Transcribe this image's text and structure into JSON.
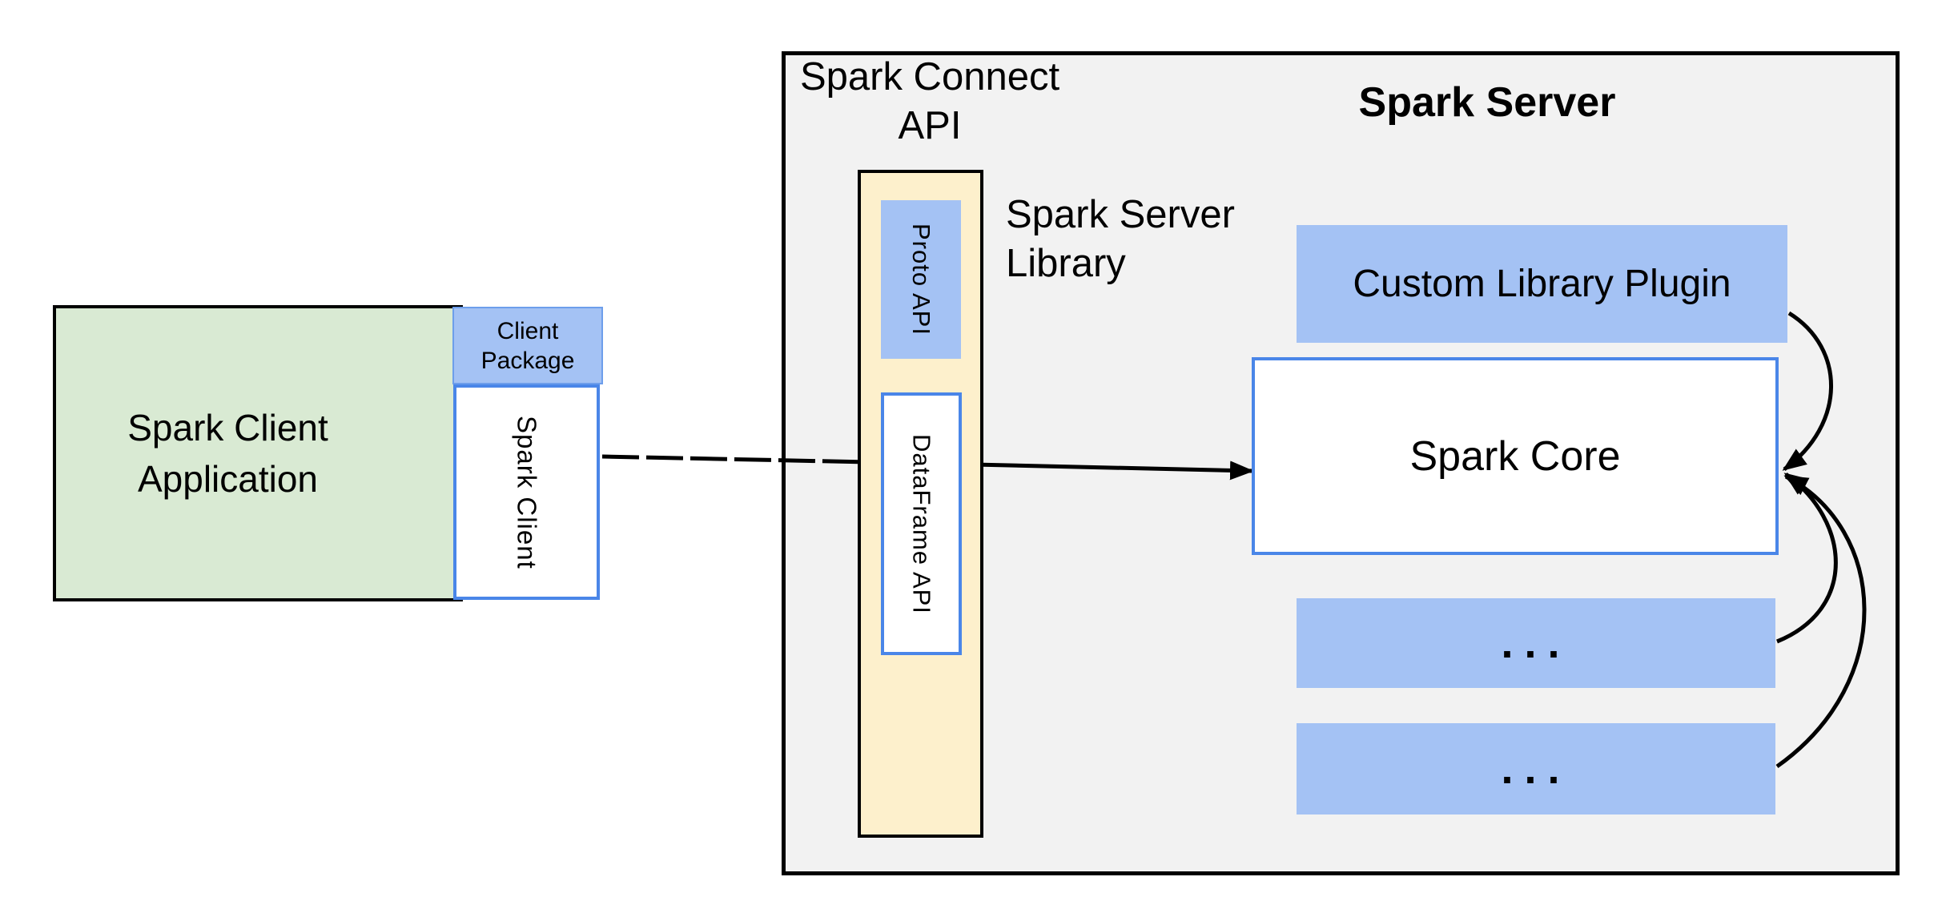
{
  "client_app": {
    "label_line1": "Spark Client",
    "label_line2": "Application"
  },
  "client_package": {
    "line1": "Client",
    "line2": "Package"
  },
  "spark_client": {
    "label": "Spark Client"
  },
  "connect_api": {
    "line1": "Spark Connect",
    "line2": "API"
  },
  "proto_api": {
    "label": "Proto API"
  },
  "dataframe_api": {
    "label": "DataFrame API"
  },
  "server_library": {
    "line1": "Spark Server",
    "line2": "Library"
  },
  "spark_server": {
    "title": "Spark Server",
    "custom_plugin": "Custom Library Plugin",
    "spark_core": "Spark Core",
    "more_top": "...",
    "more_bottom": "..."
  },
  "colors": {
    "client_app_fill": "#d9ead3",
    "blue_fill": "#a4c2f4",
    "yellow_fill": "#fdf0cc",
    "server_fill": "#f2f2f2",
    "blue_border": "#4a86e8",
    "light_blue_border": "#6d9eeb",
    "connector": "#000000"
  }
}
